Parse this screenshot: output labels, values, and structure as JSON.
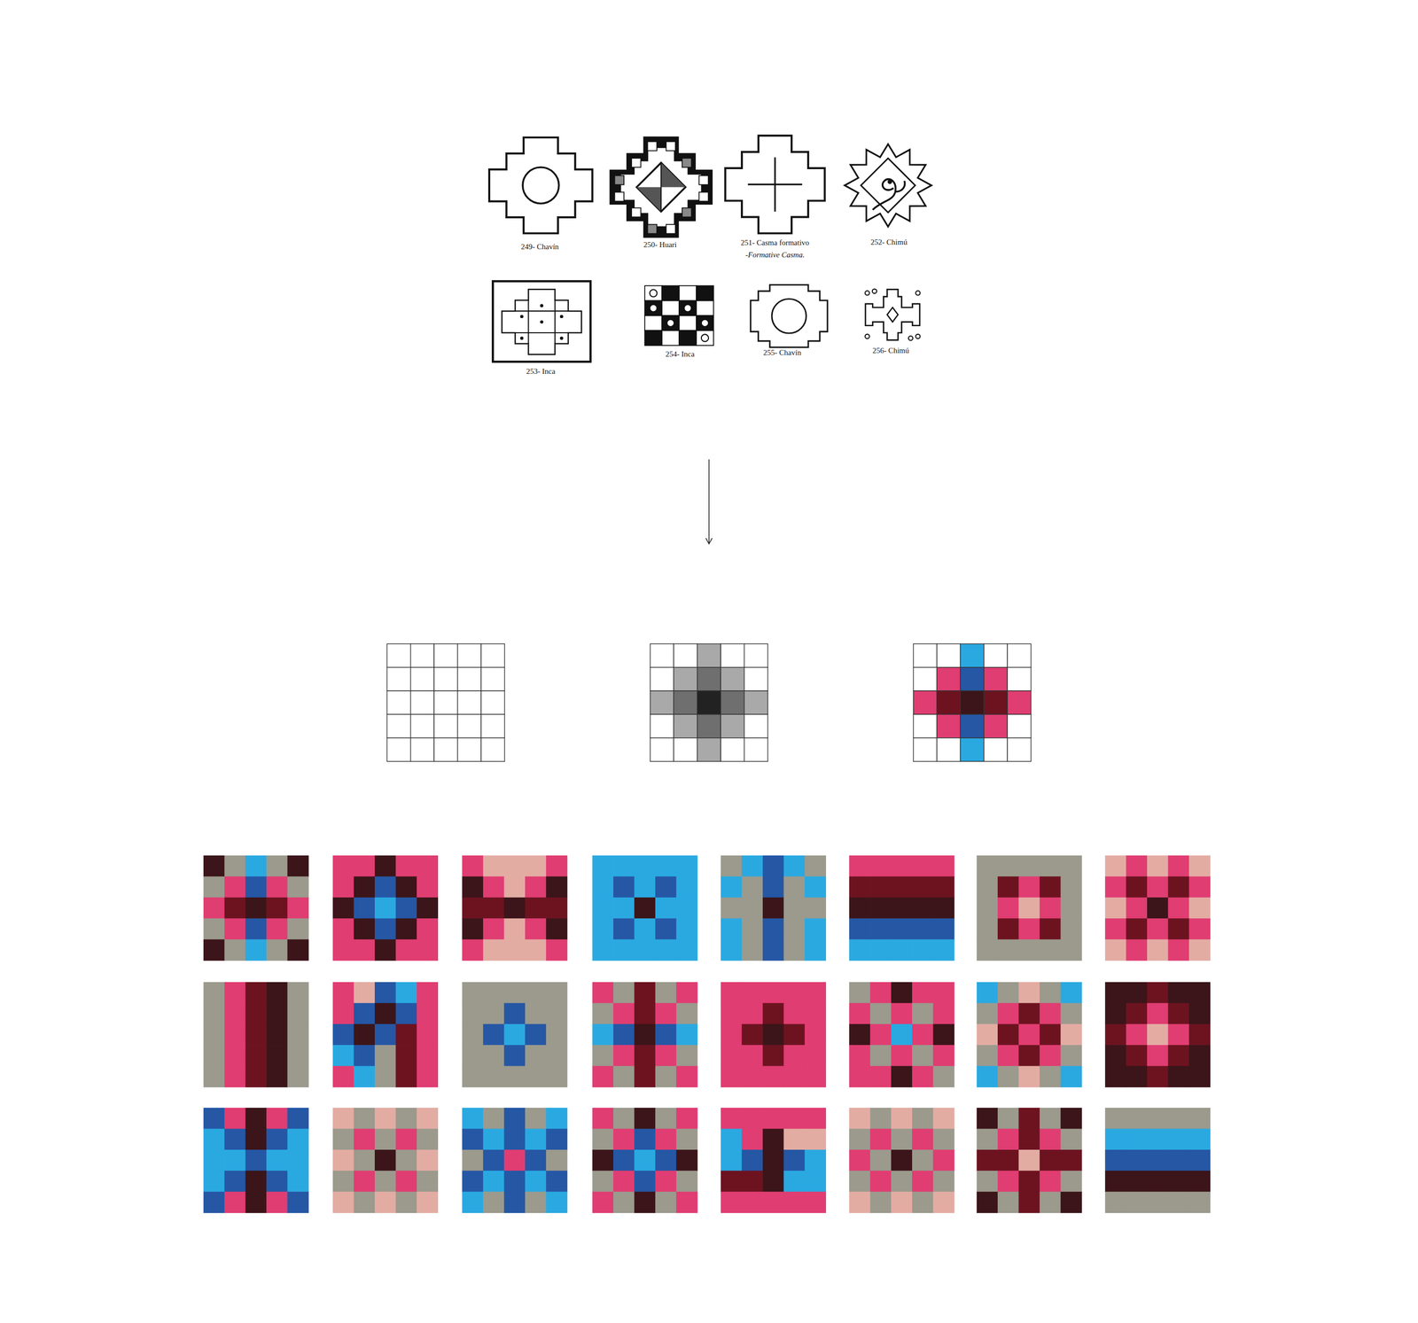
{
  "diagram": {
    "labels": [
      "249- Chavín",
      "250- Huari",
      "251- Casma formativo",
      "-Formative Casma.",
      "252- Chimú",
      "253- Inca",
      "254- Inca",
      "255- Chavín",
      "256- Chimú"
    ]
  }
}
